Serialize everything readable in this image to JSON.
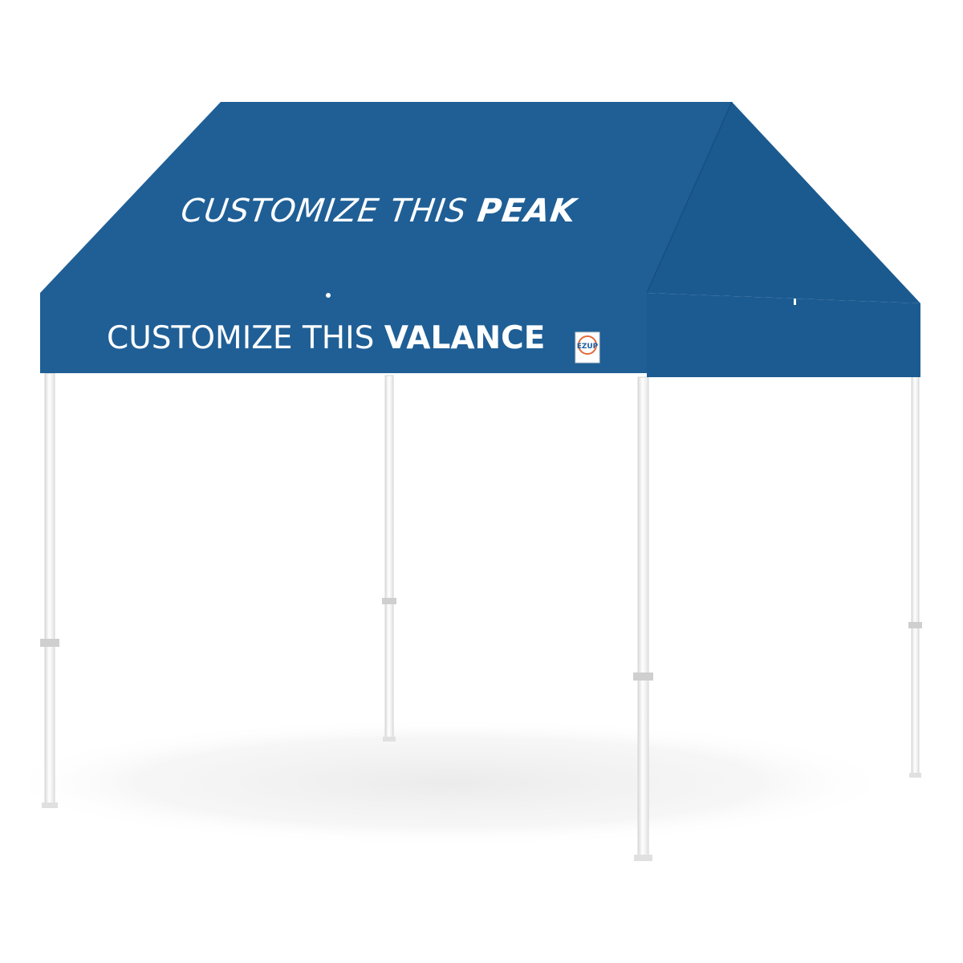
{
  "canopy": {
    "peak_text_normal": "CUSTOMIZE THIS ",
    "peak_text_bold": "PEAK",
    "valance_text_normal": "CUSTOMIZE THIS ",
    "valance_text_bold": "VALANCE",
    "logo_text": "EZUP",
    "canopy_color": "#1f5f96",
    "side_color": "#1b5a8f",
    "frame_color": "#ffffff"
  }
}
